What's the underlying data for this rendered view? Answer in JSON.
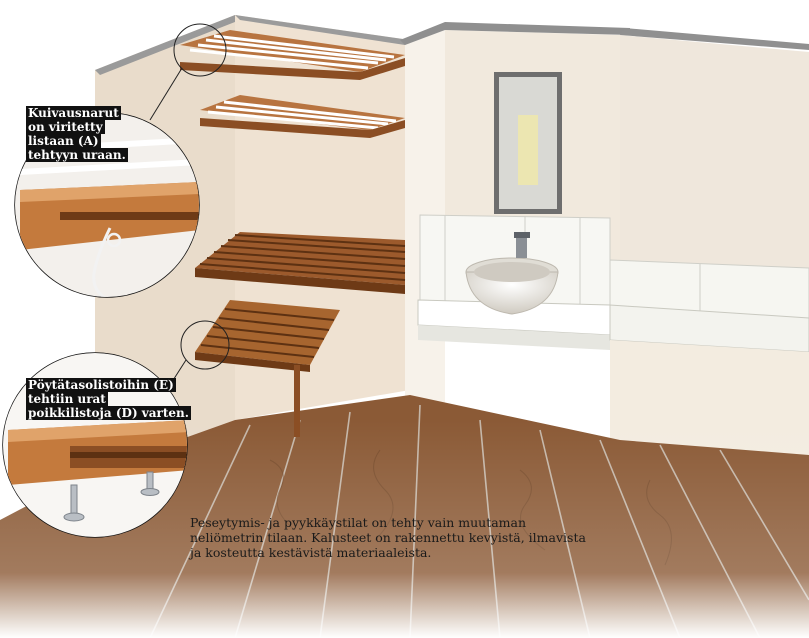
{
  "callout_a": {
    "lines": [
      "Kuivausnarut",
      "on viritetty",
      "listaan (A)",
      "tehtyyn uraan."
    ]
  },
  "callout_e": {
    "lines": [
      "Pöytätasolistoihin (E)",
      "tehtiin urat",
      "poikkilistoja (D) varten."
    ]
  },
  "caption": "Peseytymis- ja pyykkäystilat on tehty vain muutaman neliömetrin tilaan. Kalusteet on rakennettu kevyistä, ilmavista ja kosteutta kestävistä materiaaleista.",
  "colors": {
    "wood": "#a0582a",
    "wood_light": "#c9844f",
    "wall": "#efe2d2",
    "floor": "#8a5a35",
    "tile": "#f6f6f2",
    "label_bg": "#111111"
  }
}
